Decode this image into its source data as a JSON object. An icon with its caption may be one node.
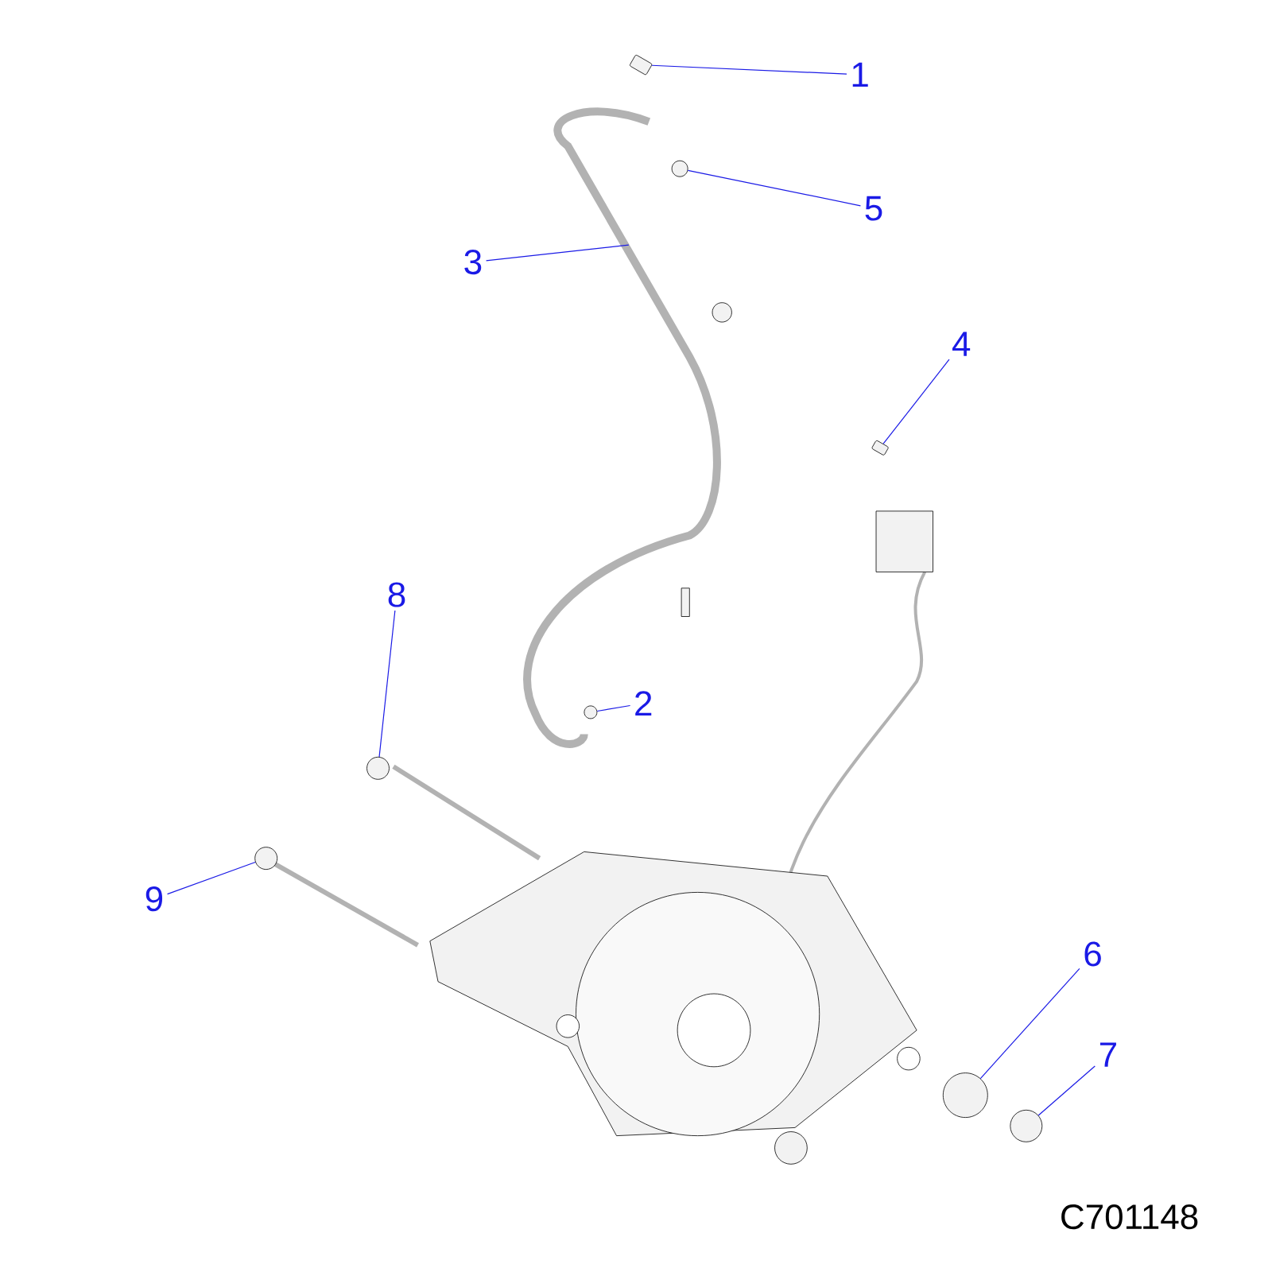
{
  "diagram": {
    "nodes": [
      {
        "text": [
          "1"
        ]
      },
      {
        "text": [],
        "shape": "box"
      },
      {
        "text": [
          "5"
        ]
      },
      {
        "text": [],
        "shape": "circle"
      },
      {
        "text": [
          "3"
        ]
      },
      {
        "text": [
          "4"
        ]
      },
      {
        "text": [],
        "shape": "box"
      },
      {
        "text": [
          "8"
        ]
      },
      {
        "text": [],
        "shape": "circle"
      },
      {
        "text": [
          "2"
        ]
      },
      {
        "text": [],
        "shape": "circle"
      },
      {
        "text": [
          "9"
        ]
      },
      {
        "text": [],
        "shape": "circle"
      },
      {
        "text": [
          "6"
        ]
      },
      {
        "text": [],
        "shape": "circle"
      },
      {
        "text": [
          "7"
        ]
      },
      {
        "text": [],
        "shape": "circle"
      }
    ],
    "edges": [
      {
        "from": 0,
        "to": 1,
        "arrow": "none"
      },
      {
        "from": 2,
        "to": 3,
        "arrow": "none"
      },
      {
        "from": 4,
        "to": null,
        "arrow": "none"
      },
      {
        "from": 5,
        "to": 6,
        "arrow": "none"
      },
      {
        "from": 7,
        "to": 8,
        "arrow": "none"
      },
      {
        "from": 9,
        "to": 10,
        "arrow": "none"
      },
      {
        "from": 11,
        "to": 12,
        "arrow": "none"
      },
      {
        "from": 13,
        "to": 14,
        "arrow": "none"
      },
      {
        "from": 15,
        "to": 16,
        "arrow": "none"
      }
    ],
    "labels": [
      "C701148"
    ]
  }
}
